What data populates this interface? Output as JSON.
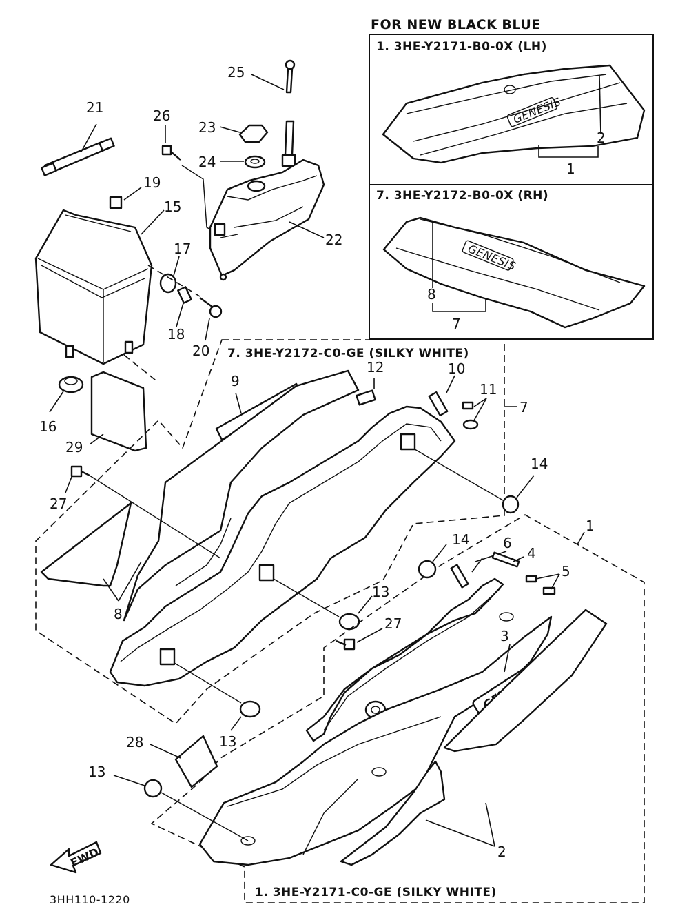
{
  "header": {
    "title": "FOR NEW BLACK BLUE",
    "lh_caption": "1. 3HE-Y2171-B0-0X (LH)",
    "rh_caption": "7. 3HE-Y2172-B0-0X (RH)"
  },
  "group_captions": {
    "rh_silky_white": "7. 3HE-Y2172-C0-GE (SILKY WHITE)",
    "lh_silky_white": "1. 3HE-Y2171-C0-GE (SILKY WHITE)"
  },
  "callouts": {
    "c1": "1",
    "c2_top": "2",
    "c2_bottom": "2",
    "c3": "3",
    "c4": "4",
    "c5": "5",
    "c6": "6",
    "c7_box": "7",
    "c7_dash": "7",
    "c8_box": "8",
    "c8_main": "8",
    "c9": "9",
    "c10": "10",
    "c11": "11",
    "c12": "12",
    "c13_a": "13",
    "c13_b": "13",
    "c13_c": "13",
    "c14_a": "14",
    "c14_b": "14",
    "c15": "15",
    "c16": "16",
    "c17": "17",
    "c18": "18",
    "c19": "19",
    "c20": "20",
    "c21": "21",
    "c22": "22",
    "c23": "23",
    "c24": "24",
    "c25": "25",
    "c26": "26",
    "c27_a": "27",
    "c27_b": "27",
    "c28": "28",
    "c29": "29",
    "c1_box": "1"
  },
  "emblem_text": "GENESIS",
  "fwd_label": "FWD",
  "drawing_code": "3HH110-1220"
}
